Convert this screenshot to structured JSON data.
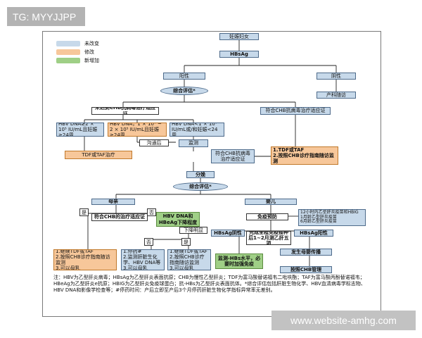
{
  "watermark_top": "TG: MYYJJPP",
  "watermark_bottom": "www.website-amhg.com",
  "legend": [
    {
      "label": "未改变",
      "color": "#c7d9ea"
    },
    {
      "label": "修改",
      "color": "#f7c79a"
    },
    {
      "label": "新增加",
      "color": "#9fcf86"
    }
  ],
  "nodes": {
    "pregnant": "妊娠妇女",
    "hbsag": "HBsAg",
    "positive": "阳性",
    "negative": "阴性",
    "assess1": "综合评估*",
    "postpartum_followup": "产科随访",
    "no_indication": "未达到CHB抗病毒治疗适应证",
    "meets_indication": "符合CHB抗病毒治疗适应证",
    "dna_high": "HBV DNA≥2 × 10⁵ IU/mL且妊娠≥24周",
    "dna_mid": "HBV DNA，1 × 10⁴ ~ 2 × 10⁵ IU/mL且妊娠≥24周",
    "dna_low": "HBV DNA<1 × 10⁴ IU/mL或/和妊娠<24周",
    "tdf_taf_1": "TDF或TAF治疗",
    "communicate": "沟通后",
    "monitor": "监测",
    "meets_indication_2": "符合CHB抗病毒治疗适应证",
    "meets_result": "1.TDF或TAF\n2.按照CHB诊疗指南随访监测",
    "delivery": "分娩",
    "assess2": "综合评估*",
    "mother": "母亲",
    "infant": "婴儿",
    "yes": "是",
    "no": "否",
    "mother_meets": "符合CHB的治疗适应证",
    "dna_decline": "HBV DNA和HBeAg下降程度",
    "immunoprophylaxis": "免疫预防",
    "immuno_detail": "12小时内乙型肝炎疫苗和HBIG\n1月龄乙型肝炎疫苗\n6月龄乙型肝炎疫苗",
    "mother_yes_result": "1.继续TDF或TAF\n2.按照CHB诊疗指南随访监测\n3.可以母乳",
    "decline_obvious": "下降明显",
    "hbsag_neg": "HBsAg阴性",
    "hbsag_pos": "HBsAg阳性",
    "completed": "完成全程免疫接种后1~2月测乙肝五项",
    "stop_result": "1.停药#\n2.监测肝脏生化学、HBV DNA等\n3.可以母乳",
    "continue_result": "1.继续TDF或TAF\n2.按照CHB诊疗指南随访监测\n3.可以母乳",
    "monitor_hbs": "监测-HBs水平，必要时加强免疫",
    "transmission": "发生母婴传播",
    "chb_management": "按照CHB管理"
  },
  "note": "注：HBV为乙型肝炎病毒；HBsAg为乙型肝炎表面抗原；CHB为慢性乙型肝炎；TDF为富马酸替诺福韦二吡呋酯；TAF为富马酸丙酚替诺福韦；HBeAg为乙型肝炎e抗原；HBIG为乙型肝炎免疫球蛋白；抗-HBs为乙型肝炎表面抗体。*综合评估包括肝脏生物化学、HBV血清病毒学标志物、HBV DNA和影像学检查等；#停药时间：产后立即至产后3个月停药肝脏生物化学指标异常率无差别。"
}
